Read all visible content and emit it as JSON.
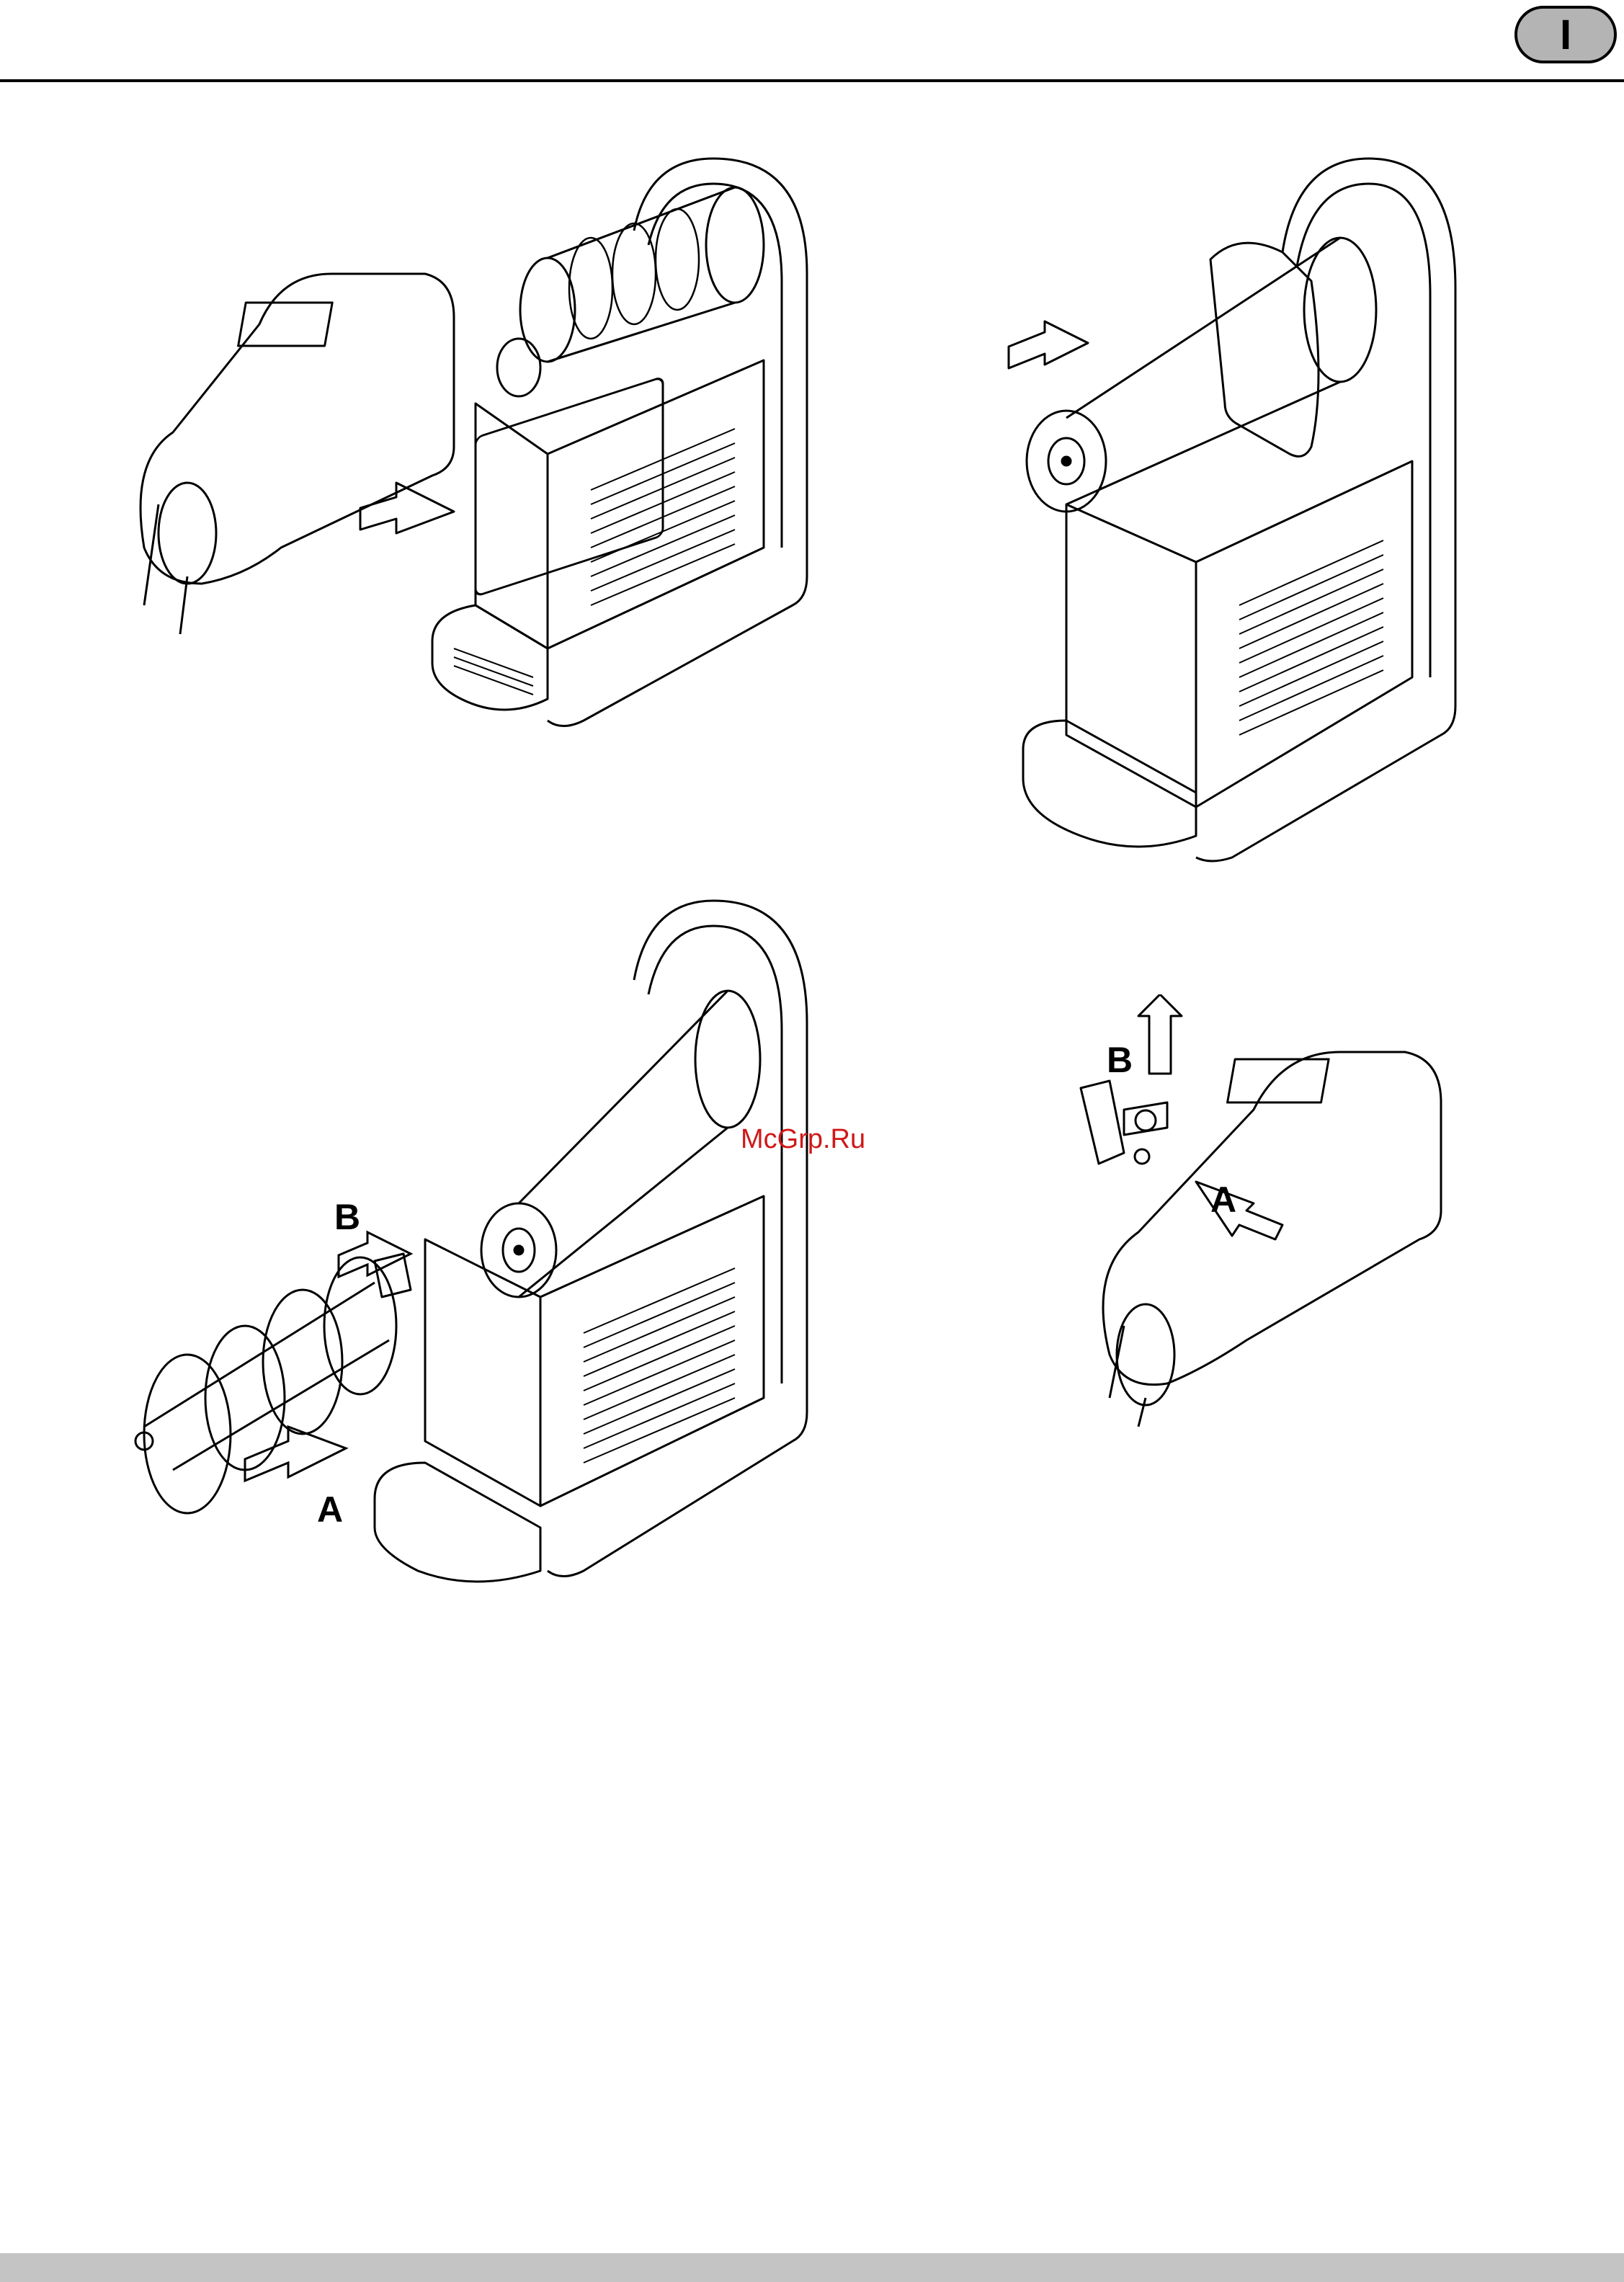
{
  "header": {
    "language_tab": "I"
  },
  "figures": [
    {
      "id": "fig-1",
      "description": "bowl removed from machine, arrow pulling forward"
    },
    {
      "id": "fig-2",
      "description": "seal pulled off evaporator cylinder"
    },
    {
      "id": "fig-3",
      "description": "auger and bearing removed",
      "callouts": [
        "A",
        "B"
      ]
    },
    {
      "id": "fig-4",
      "description": "tap lever and piston removed from bowl",
      "callouts": [
        "A",
        "B"
      ]
    }
  ],
  "watermark": "McGrp.Ru",
  "colors": {
    "line": "#000000",
    "footer_bar": "#c4c4c4",
    "tab_fill": "#b4b4b4",
    "watermark": "#d01818"
  }
}
